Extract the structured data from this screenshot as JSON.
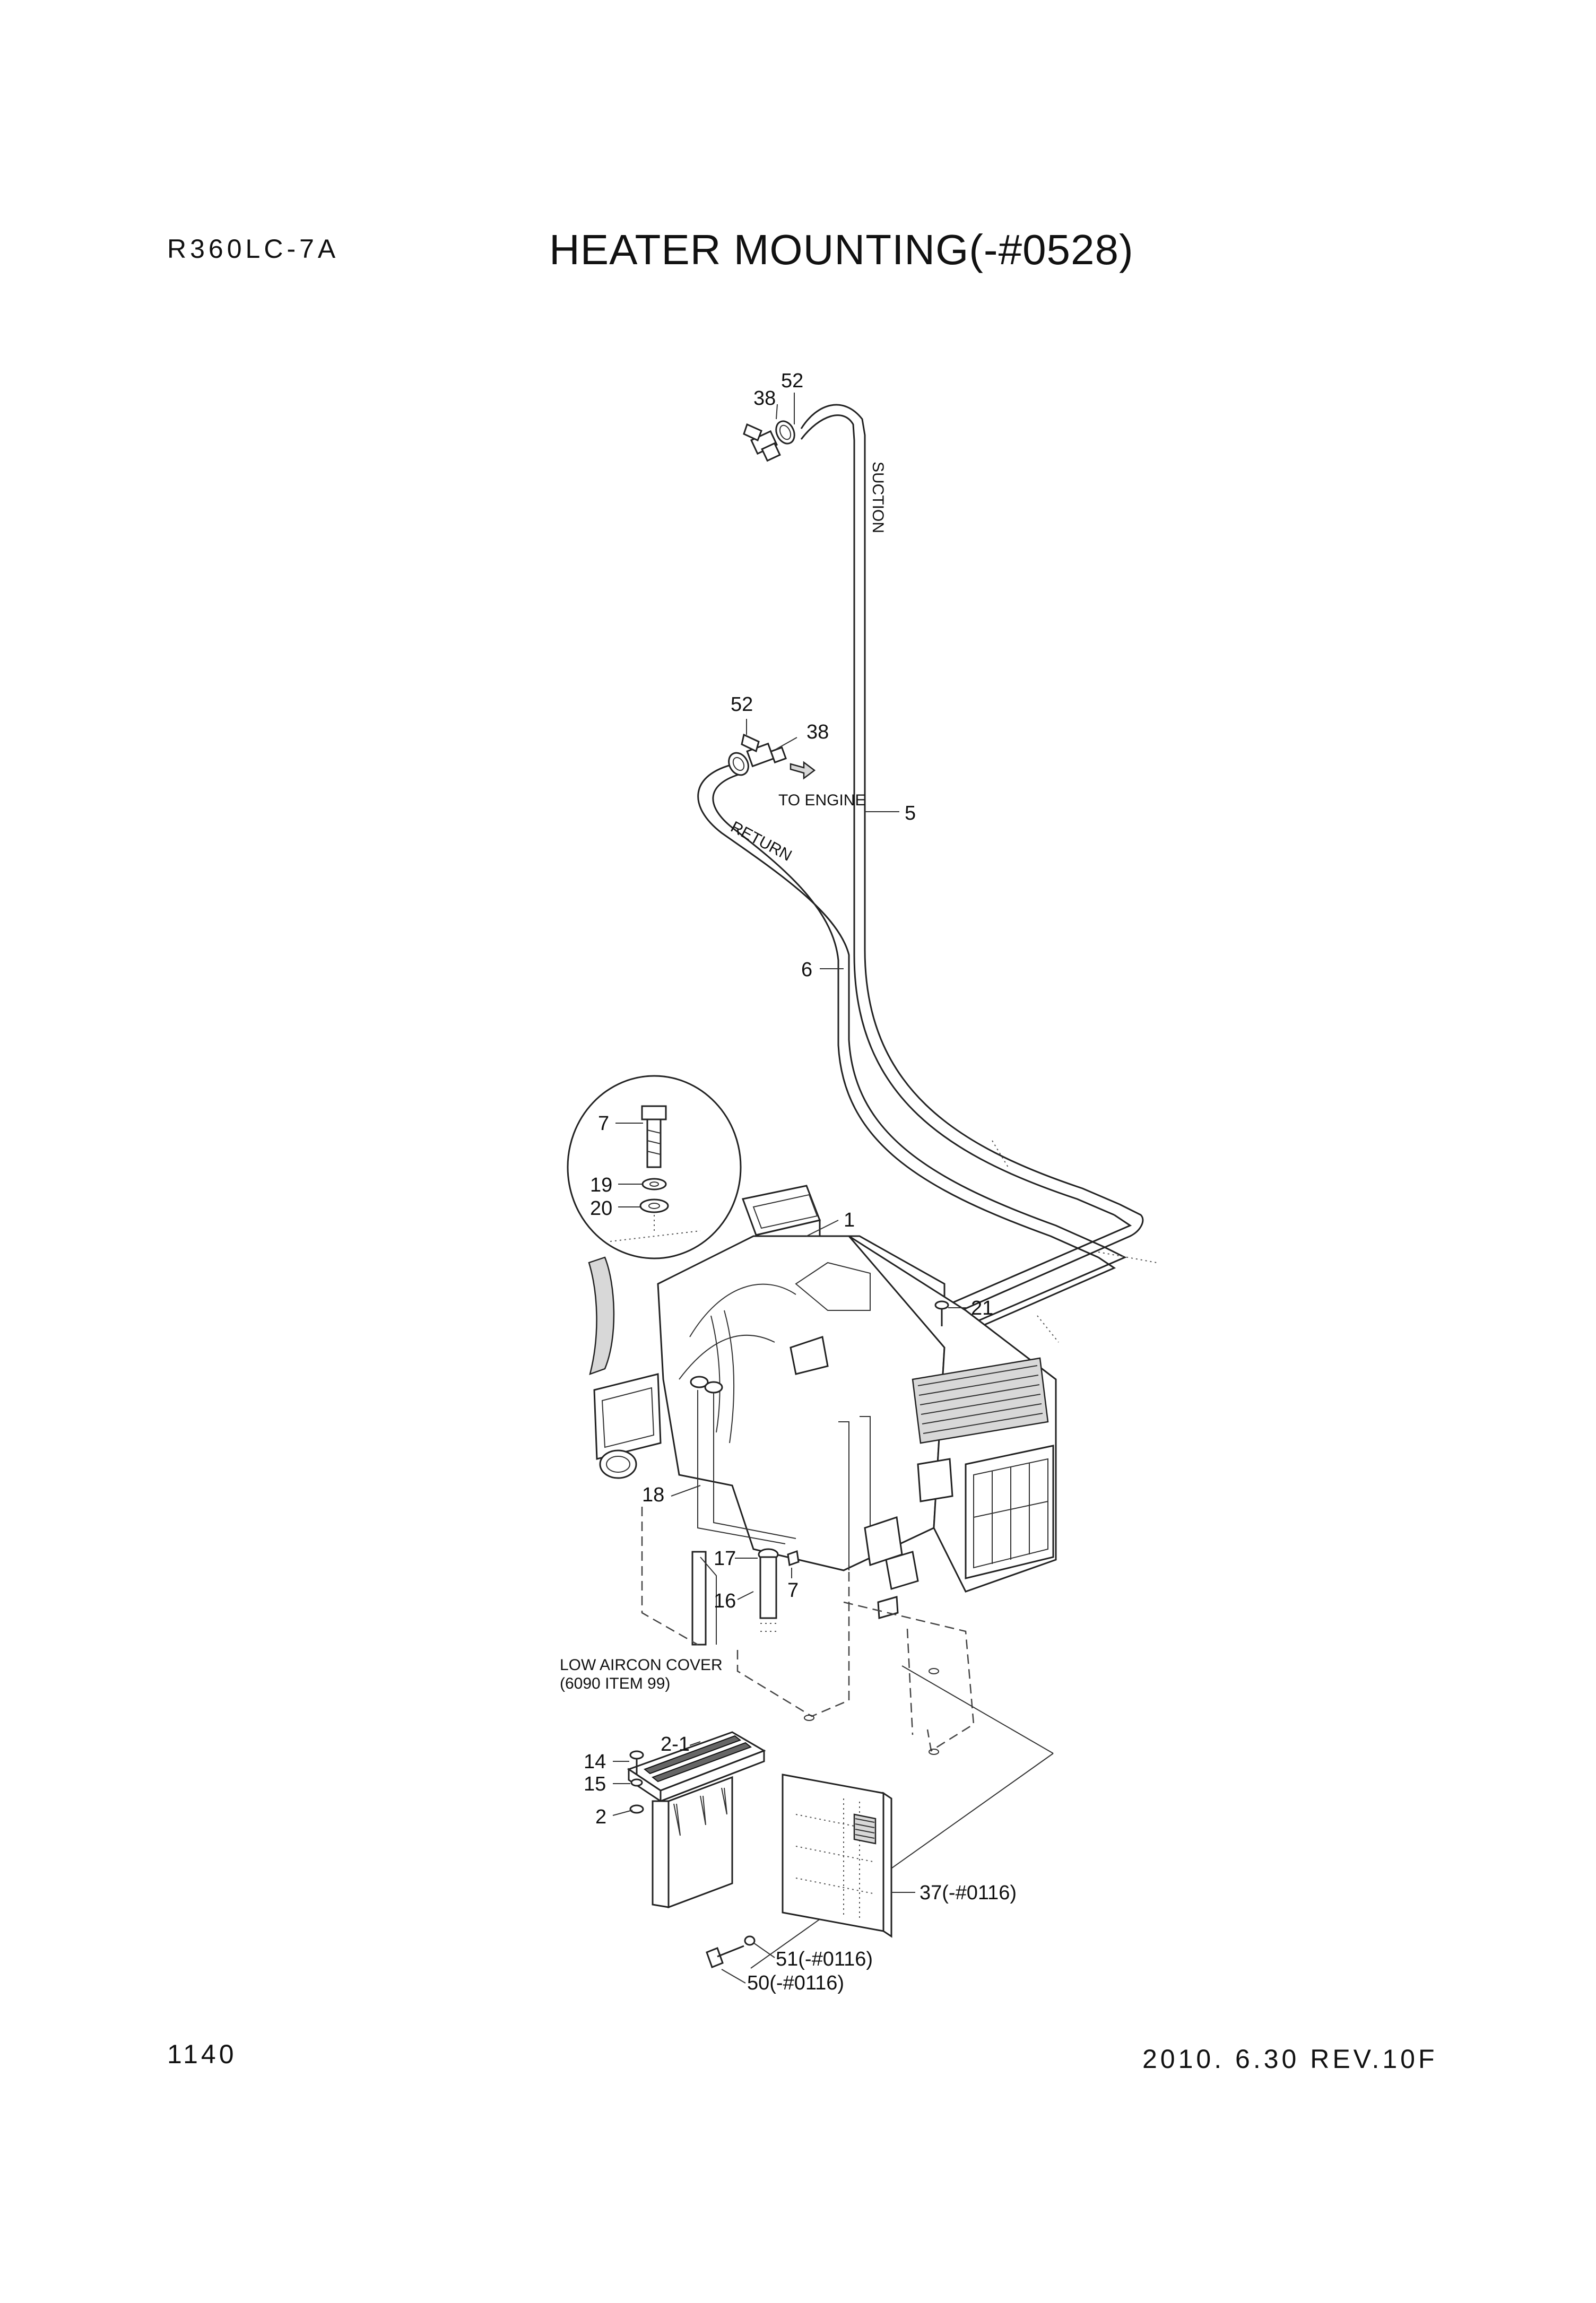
{
  "header": {
    "model": "R360LC-7A",
    "title": "HEATER MOUNTING(-#0528)"
  },
  "footer": {
    "page_number": "1140",
    "revision": "2010. 6.30  REV.10F"
  },
  "hose_labels": {
    "suction": "SUCTION",
    "return": "RETURN"
  },
  "notes": {
    "to_engine": "TO ENGINE",
    "cover_line1": "LOW AIRCON COVER",
    "cover_line2": "(6090 ITEM 99)"
  },
  "callouts": {
    "c52_top": "52",
    "c38_top": "38",
    "c52_mid": "52",
    "c38_mid": "38",
    "c5": "5",
    "c6": "6",
    "c7_detail": "7",
    "c19": "19",
    "c20": "20",
    "c1": "1",
    "c21": "21",
    "c18": "18",
    "c17": "17",
    "c7_lower": "7",
    "c16": "16",
    "c2_1": "2-1",
    "c14": "14",
    "c15": "15",
    "c2": "2",
    "c37": "37(-#0116)",
    "c51": "51(-#0116)",
    "c50": "50(-#0116)"
  }
}
